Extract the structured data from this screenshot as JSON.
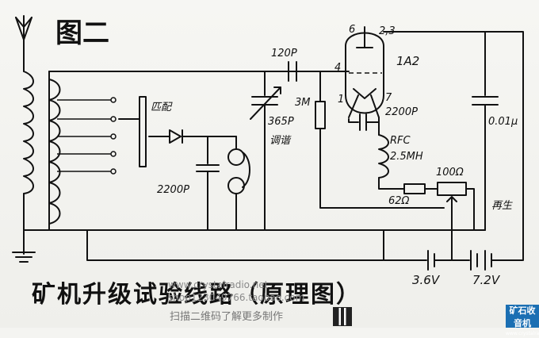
{
  "figure_title": "图二",
  "tube_pins_top_left": "6",
  "tube_pins_top_right": "2,3",
  "tube_name": "1A2",
  "tube_pin_grid": "4",
  "tube_pin_left": "1",
  "tube_pin_right": "7",
  "cap_coupling": "120P",
  "resistor_grid_leak": "3M",
  "cap_tuning": "365P",
  "label_tuning": "调谐",
  "label_matching": "匹配",
  "cap_detector": "2200P",
  "cap_plate": "2200P",
  "choke_label": "RFC",
  "choke_value": "2.5MH",
  "pot_value": "100Ω",
  "resistor_62": "62Ω",
  "label_regen": "再生",
  "cap_bypass": "0.01μ",
  "battery_1": "3.6V",
  "battery_2": "7.2V",
  "bottom_title": "矿机升级试验线路（原理图）",
  "watermark_1": "www.crystalradio.net",
  "watermark_2": "shop123049766.taobao.com",
  "scan_text": "扫描二维码了解更多制作",
  "logo_text": "矿石收音机",
  "logo_url": "www.crystalradio.cn"
}
